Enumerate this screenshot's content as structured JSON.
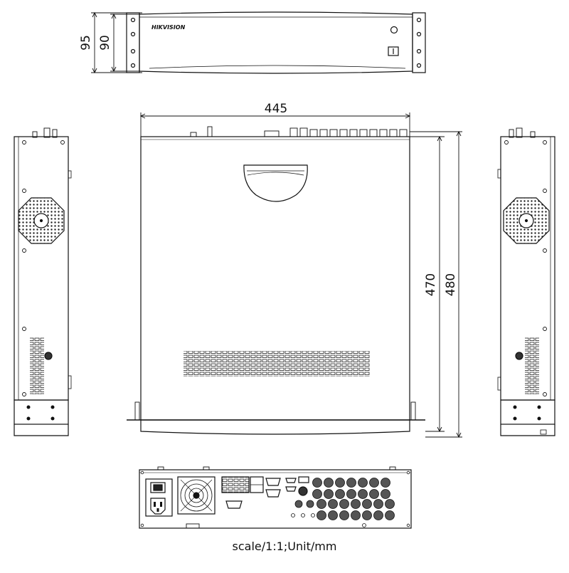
{
  "dimensions": {
    "front_total_height": "95",
    "front_body_height": "90",
    "top_width": "445",
    "top_body_depth": "470",
    "top_total_depth": "480"
  },
  "front_panel": {
    "brand_label": "HIKVISION"
  },
  "caption": "scale/1:1;Unit/mm"
}
